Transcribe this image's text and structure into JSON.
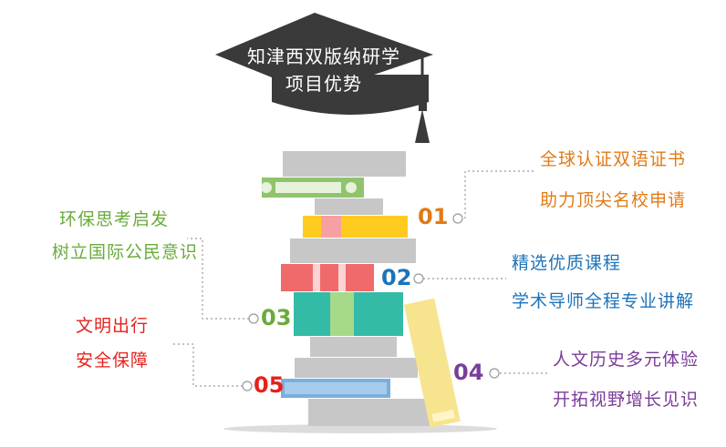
{
  "cap": {
    "line1": "知津西双版纳研学",
    "line2": "项目优势"
  },
  "items": [
    {
      "num": "01",
      "lines": [
        "全球认证双语证书",
        "助力顶尖名校申请"
      ],
      "color": "#e07b17"
    },
    {
      "num": "02",
      "lines": [
        "精选优质课程",
        "学术导师全程专业讲解"
      ],
      "color": "#1d73b9"
    },
    {
      "num": "03",
      "lines": [
        "环保思考启发",
        "树立国际公民意识"
      ],
      "color": "#6aab3b"
    },
    {
      "num": "04",
      "lines": [
        "人文历史多元体验",
        "开拓视野增长见识"
      ],
      "color": "#7a3d98"
    },
    {
      "num": "05",
      "lines": [
        "文明出行",
        "安全保障"
      ],
      "color": "#e5211b"
    }
  ],
  "colors": {
    "cap": "#3a3a3a",
    "book_gray": "#c7c7c7",
    "book_green": "#8fc46c",
    "book_yellow": "#ffcb1f",
    "book_red": "#f06a6c",
    "book_teal": "#34bba7",
    "book_blue": "#7aafdc",
    "book_cream": "#f7e48f",
    "leader": "#9a9a9a"
  }
}
